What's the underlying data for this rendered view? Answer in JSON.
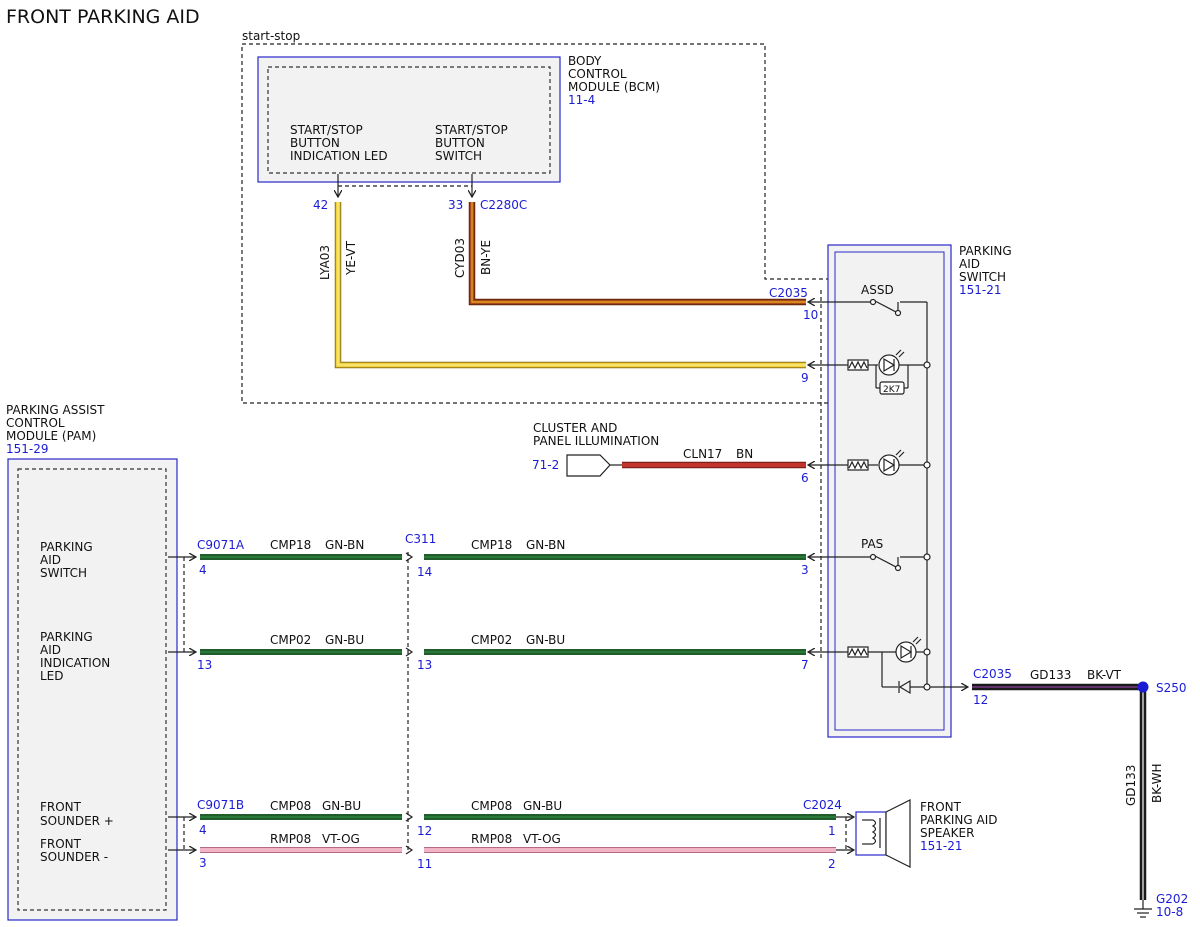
{
  "title": "FRONT PARKING AID",
  "startstop_label": "start-stop",
  "bcm": {
    "name": [
      "BODY",
      "CONTROL",
      "MODULE (BCM)"
    ],
    "ref": "11-4",
    "led_label": [
      "START/STOP",
      "BUTTON",
      "INDICATION LED"
    ],
    "switch_label": [
      "START/STOP",
      "BUTTON",
      "SWITCH"
    ],
    "pin_led": "42",
    "pin_switch": "33",
    "connector": "C2280C"
  },
  "wires": {
    "lya03": {
      "circuit": "LYA03",
      "color": "YE-VT"
    },
    "cyd03": {
      "circuit": "CYD03",
      "color": "BN-YE"
    },
    "cln17": {
      "circuit": "CLN17",
      "color": "BN"
    },
    "cmp18_left": {
      "circuit": "CMP18",
      "color": "GN-BN"
    },
    "cmp18_right": {
      "circuit": "CMP18",
      "color": "GN-BN"
    },
    "cmp02_left": {
      "circuit": "CMP02",
      "color": "GN-BU"
    },
    "cmp02_right": {
      "circuit": "CMP02",
      "color": "GN-BU"
    },
    "cmp08_left": {
      "circuit": "CMP08",
      "color": "GN-BU"
    },
    "cmp08_right": {
      "circuit": "CMP08",
      "color": "GN-BU"
    },
    "rmp08_left": {
      "circuit": "RMP08",
      "color": "VT-OG"
    },
    "rmp08_right": {
      "circuit": "RMP08",
      "color": "VT-OG"
    },
    "gd133_h": {
      "circuit": "GD133",
      "color": "BK-VT"
    },
    "gd133_v": {
      "circuit": "GD133",
      "color": "BK-WH"
    }
  },
  "parking_aid_switch": {
    "name": [
      "PARKING",
      "AID",
      "SWITCH"
    ],
    "ref": "151-21",
    "connector": "C2035",
    "assd_label": "ASSD",
    "pas_label": "PAS",
    "resistor_label": "2K7",
    "pins": {
      "assd": "10",
      "led": "9",
      "illum": "6",
      "pas": "3",
      "pa_led": "7",
      "ground": "12"
    }
  },
  "cluster": {
    "name": [
      "CLUSTER AND",
      "PANEL ILLUMINATION"
    ],
    "ref": "71-2"
  },
  "pam": {
    "name": [
      "PARKING ASSIST",
      "CONTROL",
      "MODULE (PAM)"
    ],
    "ref": "151-29",
    "pa_switch_label": [
      "PARKING",
      "AID",
      "SWITCH"
    ],
    "pa_led_label": [
      "PARKING",
      "AID",
      "INDICATION",
      "LED"
    ],
    "sounder_plus_label": [
      "FRONT",
      "SOUNDER +"
    ],
    "sounder_minus_label": [
      "FRONT",
      "SOUNDER -"
    ]
  },
  "connectors": {
    "c9071a": {
      "name": "C9071A",
      "pin_switch": "4",
      "pin_led": "13"
    },
    "c311": {
      "name": "C311",
      "pin_switch": "14",
      "pin_led": "13",
      "pin_plus": "12",
      "pin_minus": "11"
    },
    "c9071b": {
      "name": "C9071B",
      "pin_plus": "4",
      "pin_minus": "3"
    },
    "c2024": {
      "name": "C2024",
      "pin_plus": "1",
      "pin_minus": "2"
    },
    "c2035_ground": {
      "name": "C2035",
      "pin": "12"
    }
  },
  "speaker": {
    "name": [
      "FRONT",
      "PARKING AID",
      "SPEAKER"
    ],
    "ref": "151-21"
  },
  "splice": {
    "name": "S250"
  },
  "ground": {
    "name": "G202",
    "ref": "10-8"
  },
  "colors": {
    "module_border": "#2929c9",
    "ref_text": "#1b1bd6",
    "green_wire": "#1f5e2a",
    "yellow_wire": "#f0d23c",
    "brown_wire": "#8a3a1a",
    "red_wire": "#b0302a",
    "pink_wire": "#e9a0b6",
    "black_wire": "#1a1a1a",
    "splice_dot": "#1b1bd6"
  }
}
